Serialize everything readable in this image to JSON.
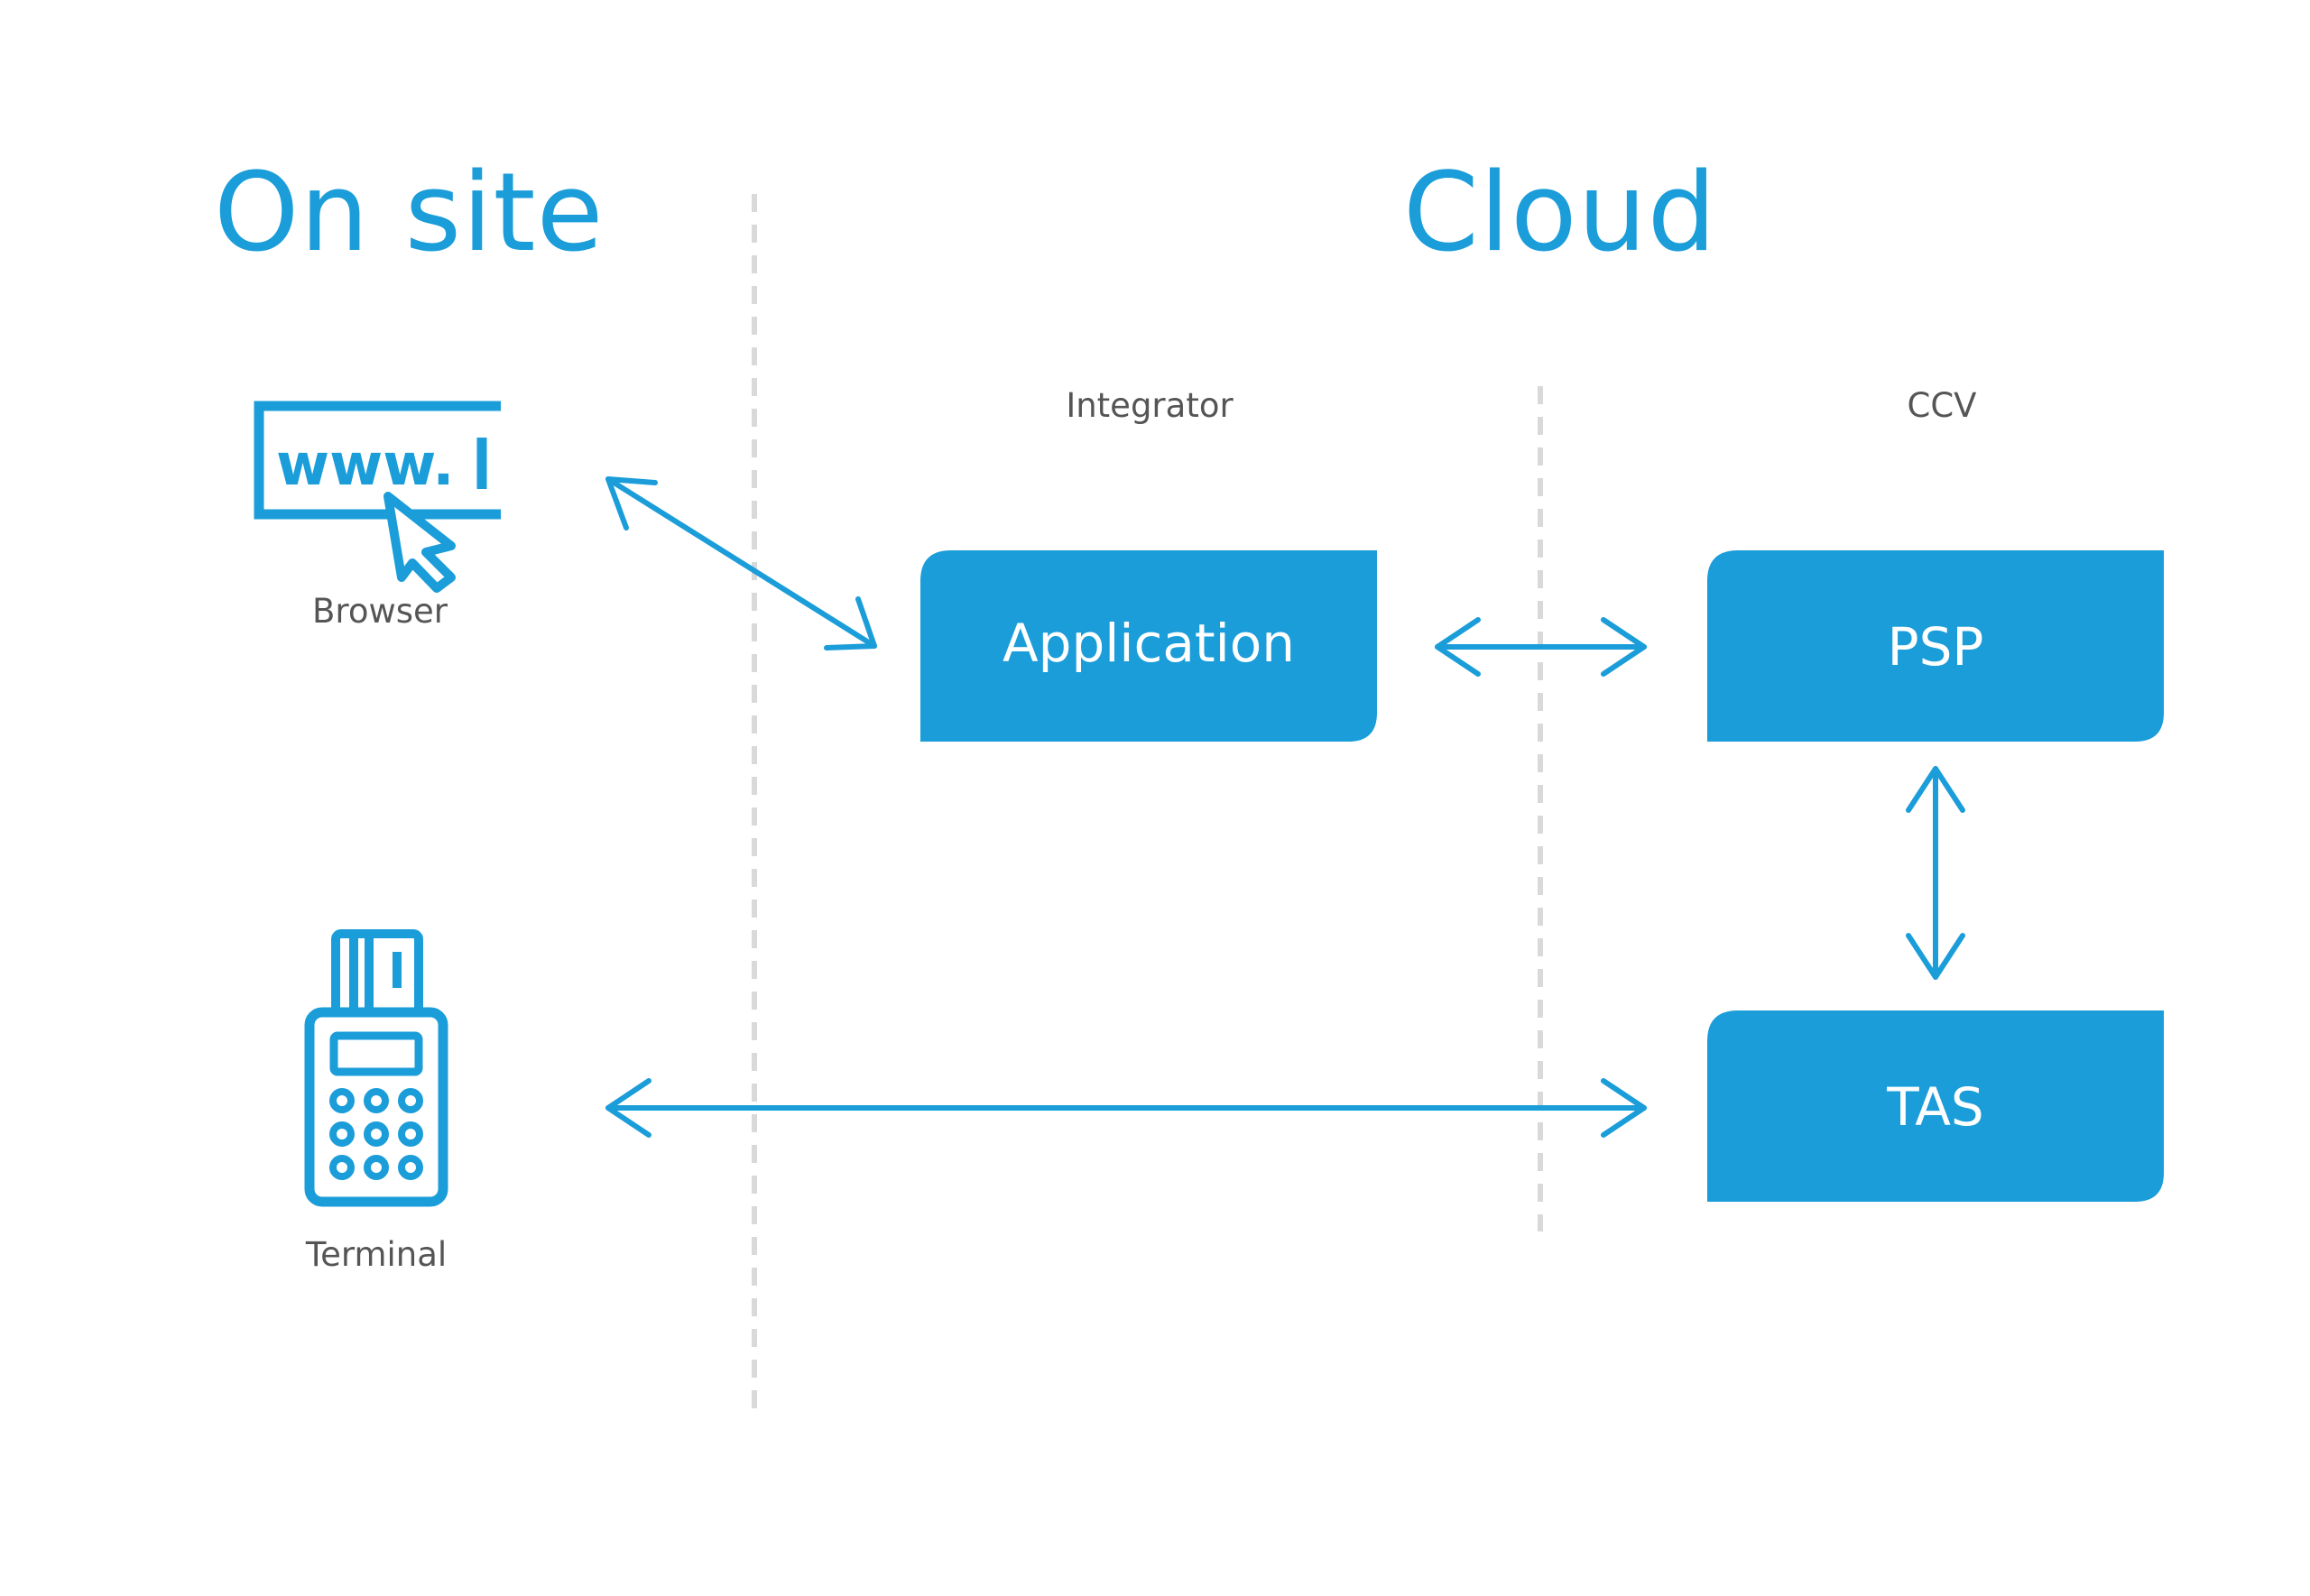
{
  "colors": {
    "accent": "#1a9dd9",
    "text_gray": "#555555",
    "divider": "#d9d9d9",
    "box_text": "#ffffff"
  },
  "headings": {
    "on_site": "On site",
    "cloud": "Cloud"
  },
  "zones": {
    "integrator": "Integrator",
    "ccv": "CCV"
  },
  "devices": {
    "browser": {
      "icon": "browser-www-icon",
      "url_text": "www.",
      "label": "Browser"
    },
    "terminal": {
      "icon": "payment-terminal-icon",
      "label": "Terminal"
    }
  },
  "boxes": {
    "application": "Application",
    "psp": "PSP",
    "tas": "TAS"
  }
}
